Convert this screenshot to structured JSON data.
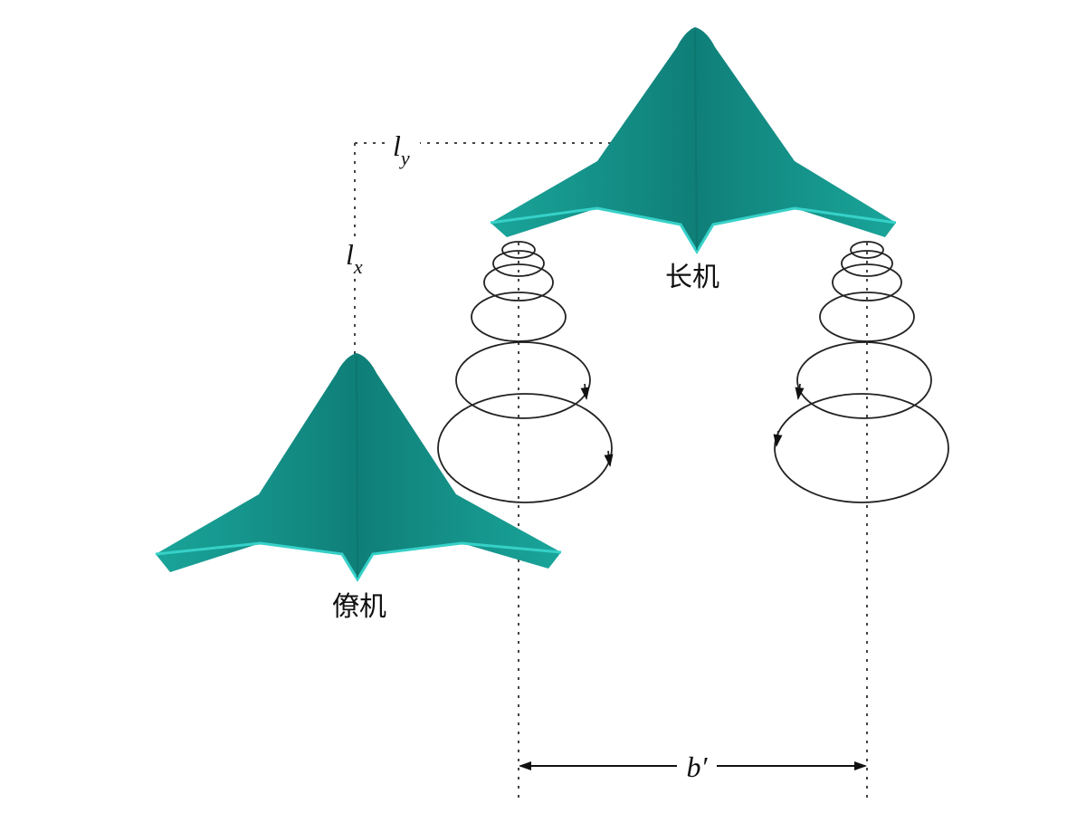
{
  "diagram": {
    "leader_label": "长机",
    "follower_label": "僚机",
    "ly_symbol": "l",
    "ly_subscript": "y",
    "lx_symbol": "l",
    "lx_subscript": "x",
    "span_label": "b′"
  },
  "colors": {
    "aircraft_body": "#17968d",
    "aircraft_dark": "#0f7f78",
    "aircraft_edge": "#36d1c8",
    "lines": "#333333"
  }
}
